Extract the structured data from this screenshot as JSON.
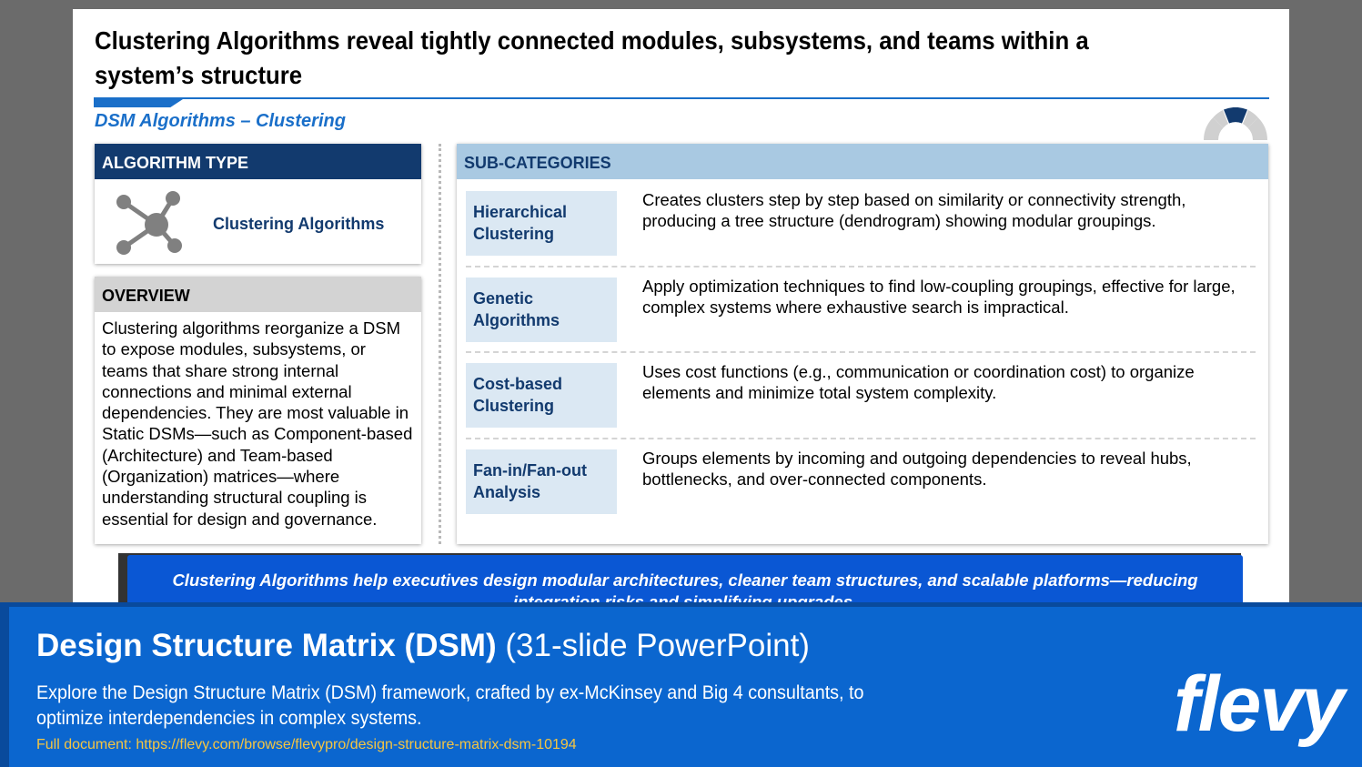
{
  "slide": {
    "title": "Clustering Algorithms reveal tightly connected modules, subsystems, and teams within a system’s structure",
    "subtitle": "DSM Algorithms – Clustering",
    "algorithm_type": {
      "header": "ALGORITHM TYPE",
      "name": "Clustering Algorithms",
      "icon": "network-hub-icon"
    },
    "overview": {
      "header": "OVERVIEW",
      "text": "Clustering algorithms reorganize a DSM to expose modules, subsystems, or teams that share strong internal connections and minimal external dependencies. They are most valuable in Static DSMs—such as Component-based (Architecture) and Team-based (Organization) matrices—where understanding structural coupling is essential for design and governance."
    },
    "subcategories": {
      "header": "SUB-CATEGORIES",
      "items": [
        {
          "label": "Hierarchical Clustering",
          "desc": "Creates clusters step by step based on similarity or connectivity strength, producing a tree structure (dendrogram) showing modular groupings."
        },
        {
          "label": "Genetic Algorithms",
          "desc": "Apply optimization techniques to find low-coupling groupings, effective for large, complex systems where exhaustive search is impractical."
        },
        {
          "label": "Cost-based Clustering",
          "desc": "Uses cost functions (e.g., communication or coordination cost) to organize elements and minimize total system complexity."
        },
        {
          "label": "Fan-in/Fan-out Analysis",
          "desc": "Groups elements by incoming and outgoing dependencies to reveal hubs, bottlenecks, and over-connected components."
        }
      ]
    },
    "callout": "Clustering Algorithms help executives design modular architectures, cleaner team structures, and scalable platforms—reducing integration risks and simplifying upgrades."
  },
  "banner": {
    "title_bold": "Design Structure Matrix (DSM)",
    "title_light": "(31-slide PowerPoint)",
    "description": "Explore the Design Structure Matrix (DSM) framework, crafted by ex-McKinsey and Big 4 consultants, to optimize interdependencies in complex systems.",
    "link": "Full document: https://flevy.com/browse/flevypro/design-structure-matrix-dsm-10194",
    "logo": "flevy"
  },
  "colors": {
    "navy": "#123a6e",
    "accent_blue": "#1a6fc9",
    "light_blue": "#a9c9e2",
    "banner_blue": "#0b66cf",
    "link_yellow": "#f5c542"
  }
}
